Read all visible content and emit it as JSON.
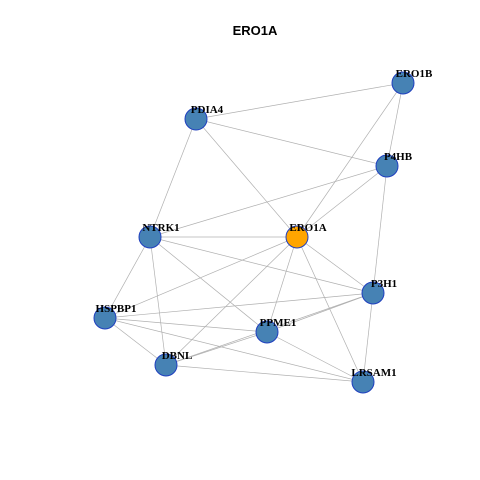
{
  "title": "ERO1A",
  "colors": {
    "node_fill": "#4682b4",
    "node_stroke": "#1f3fbf",
    "center_fill": "#ffa500",
    "center_stroke": "#1f3fbf",
    "edge": "#b0b0b0"
  },
  "nodes": [
    {
      "id": "ERO1A",
      "label": "ERO1A",
      "center": true
    },
    {
      "id": "ERO1B",
      "label": "ERO1B"
    },
    {
      "id": "PDIA4",
      "label": "PDIA4"
    },
    {
      "id": "P4HB",
      "label": "P4HB"
    },
    {
      "id": "NTRK1",
      "label": "NTRK1"
    },
    {
      "id": "P3H1",
      "label": "P3H1"
    },
    {
      "id": "HSPBP1",
      "label": "HSPBP1"
    },
    {
      "id": "PPME1",
      "label": "PPME1"
    },
    {
      "id": "DBNL",
      "label": "DBNL"
    },
    {
      "id": "LRSAM1",
      "label": "LRSAM1"
    }
  ],
  "edges": [
    [
      "PDIA4",
      "ERO1B"
    ],
    [
      "PDIA4",
      "P4HB"
    ],
    [
      "PDIA4",
      "NTRK1"
    ],
    [
      "PDIA4",
      "ERO1A"
    ],
    [
      "ERO1B",
      "P4HB"
    ],
    [
      "ERO1B",
      "ERO1A"
    ],
    [
      "P4HB",
      "ERO1A"
    ],
    [
      "P4HB",
      "NTRK1"
    ],
    [
      "P4HB",
      "P3H1"
    ],
    [
      "NTRK1",
      "ERO1A"
    ],
    [
      "NTRK1",
      "P3H1"
    ],
    [
      "NTRK1",
      "HSPBP1"
    ],
    [
      "NTRK1",
      "DBNL"
    ],
    [
      "NTRK1",
      "PPME1"
    ],
    [
      "ERO1A",
      "HSPBP1"
    ],
    [
      "ERO1A",
      "P3H1"
    ],
    [
      "ERO1A",
      "PPME1"
    ],
    [
      "ERO1A",
      "DBNL"
    ],
    [
      "ERO1A",
      "LRSAM1"
    ],
    [
      "HSPBP1",
      "P3H1"
    ],
    [
      "HSPBP1",
      "PPME1"
    ],
    [
      "HSPBP1",
      "DBNL"
    ],
    [
      "HSPBP1",
      "LRSAM1"
    ],
    [
      "P3H1",
      "PPME1"
    ],
    [
      "P3H1",
      "DBNL"
    ],
    [
      "P3H1",
      "LRSAM1"
    ],
    [
      "PPME1",
      "DBNL"
    ],
    [
      "PPME1",
      "LRSAM1"
    ],
    [
      "DBNL",
      "LRSAM1"
    ]
  ]
}
